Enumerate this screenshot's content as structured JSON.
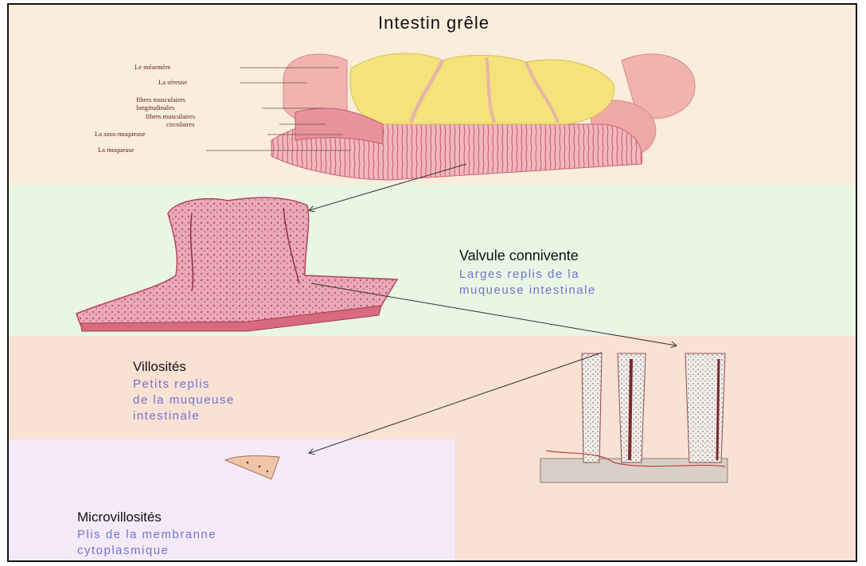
{
  "title": "Intestin grêle",
  "intestine_labels": [
    "Le mésentère",
    "La séreuse",
    "fibres musculaires",
    "longitudinales",
    "fibres musculaires",
    "circulaires",
    "La sous-muqueuse",
    "La muqueuse"
  ],
  "sections": {
    "valvule": {
      "heading": "Valvule connivente",
      "desc_line1": "Larges replis de la",
      "desc_line2": "muqueuse intestinale"
    },
    "villosites": {
      "heading": "Villosités",
      "desc_line1": "Petits replis",
      "desc_line2": "de la muqueuse",
      "desc_line3": "intestinale"
    },
    "microvillosites": {
      "heading": "Microvillosités",
      "desc_line1": "Plis de la membranne",
      "desc_line2": "cytoplasmique"
    }
  },
  "colors": {
    "band_top": "#fbeddc",
    "band_green": "#e8f6e3",
    "band_peach": "#f9e1d3",
    "band_lilac": "#f5eaf8",
    "description_text": "#6f74d2",
    "tissue_pink": "#e9a3ae",
    "tissue_dark": "#c24a5c",
    "fat_yellow": "#f5e27a"
  }
}
